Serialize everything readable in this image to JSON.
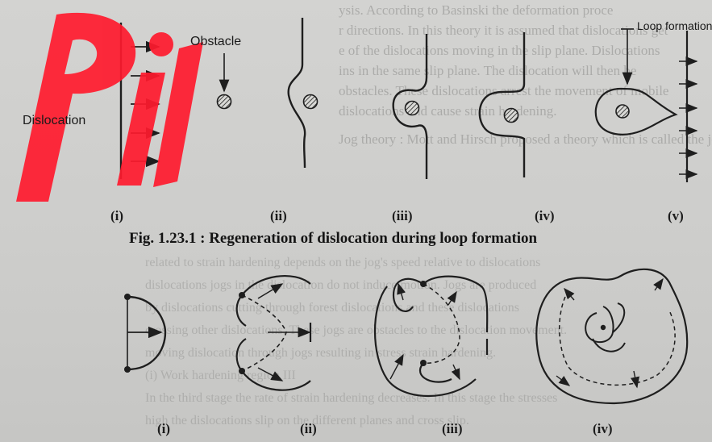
{
  "figure1": {
    "caption": "Fig. 1.23.1 : Regeneration of dislocation during loop formation",
    "label_dislocation": "Dislocation",
    "label_obstacle": "Obstacle",
    "label_loop_formation": "Loop formation",
    "panels": [
      "(i)",
      "(ii)",
      "(iii)",
      "(iv)",
      "(v)"
    ]
  },
  "figure2": {
    "panels": [
      "(i)",
      "(ii)",
      "(iii)",
      "(iv)"
    ]
  },
  "background_text": [
    "ysis. According to Basinski the deformation proce",
    "r directions. In this theory it is assumed that dislocations get",
    "e of the dislocations moving in the slip plane. Dislocations",
    "ins in the same slip plane. The dislocation will then be",
    "obstacles. These dislocations arrest the movement of mobile",
    "dislocations and cause strain hardening.",
    "Jog theory : Mott and Hirsch proposed a theory which is called the jog"
  ],
  "background_text_lower": [
    "related to strain hardening depends on the jog's speed relative to dislocations",
    "dislocations jogs in the dislocation do not induce motion. Jogs are produced",
    "by dislocations cutting through forest dislocations and these dislocations",
    "crossing other dislocations. These jogs are obstacles to the dislocation movement.",
    "moving dislocation through jogs resulting in stress strain hardening.",
    "(i) Work hardening region III",
    "In the third stage the rate of strain hardening decreases. In this stage the stresses",
    "high the dislocations slip on the different planes and cross slip."
  ],
  "colors": {
    "watermark": "#ff1a2e",
    "ink": "#1e1e1e",
    "hatch_fill": "#d9d9d6"
  },
  "icons": {
    "arrow": "arrow-right-icon",
    "obstacle": "hatched-circle-icon",
    "watermark": "watermark-logo"
  }
}
